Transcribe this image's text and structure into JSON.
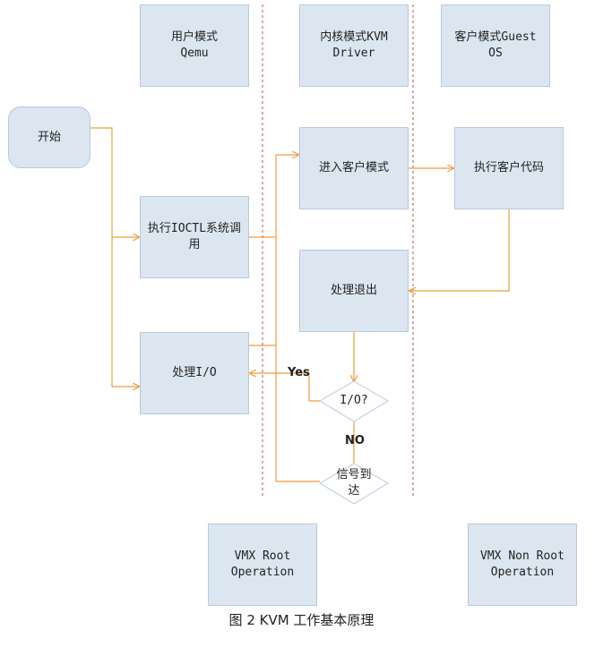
{
  "diagram": {
    "columns": {
      "user": "用户模式\nQemu",
      "kernel": "内核模式KVM\nDriver",
      "guest": "客户模式Guest\nOS"
    },
    "nodes": {
      "start": "开始",
      "ioctl": "执行IOCTL系统调\n用",
      "handle_io": "处理I/O",
      "enter_guest": "进入客户模式",
      "exec_guest": "执行客户代码",
      "handle_exit": "处理退出",
      "io_decision": "I/O?",
      "signal_decision": "信号到\n达"
    },
    "edge_labels": {
      "yes": "Yes",
      "no": "NO"
    },
    "bottom": {
      "vmx_root": "VMX Root\nOperation",
      "vmx_non_root": "VMX Non Root\nOperation"
    },
    "caption": "图 2 KVM  工作基本原理",
    "colors": {
      "box_fill": "#dce6f1",
      "line": "#f39a3c",
      "divider": "#c0504d"
    }
  }
}
